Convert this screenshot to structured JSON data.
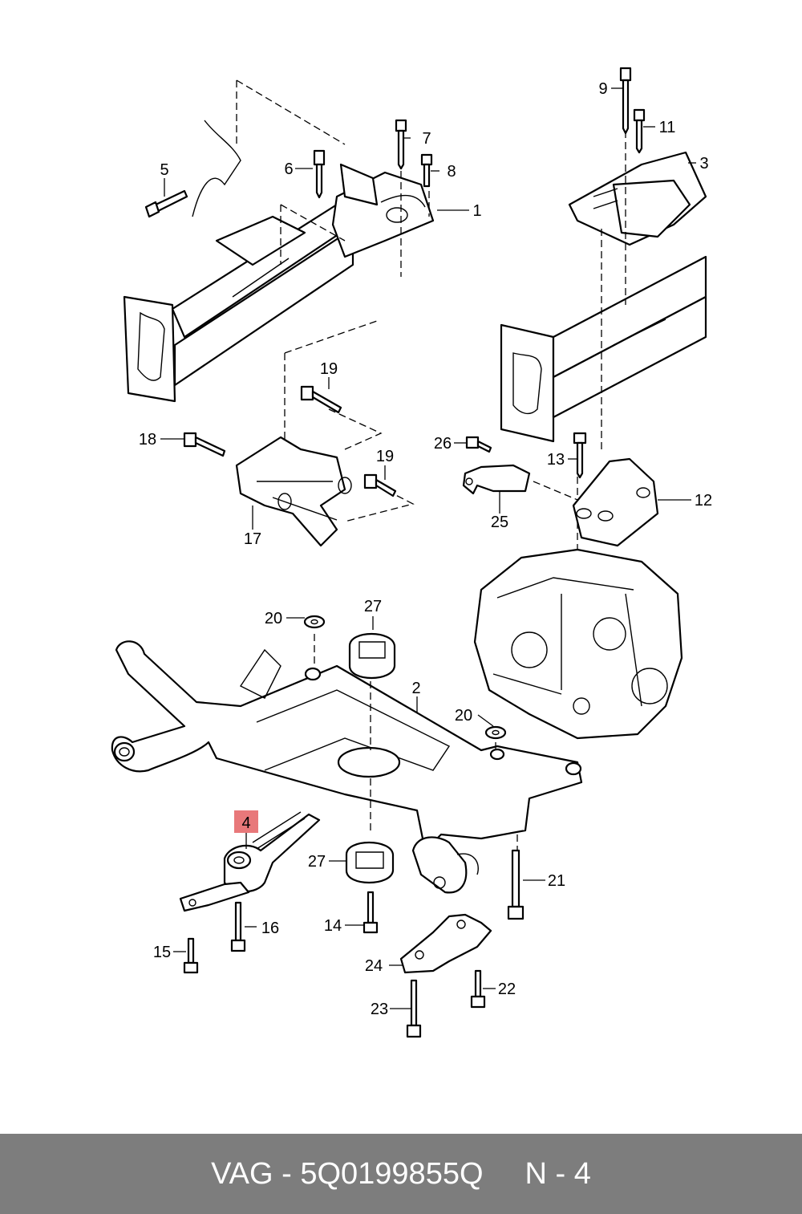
{
  "diagram": {
    "callouts": {
      "c1": "1",
      "c2": "2",
      "c3": "3",
      "c4": "4",
      "c5": "5",
      "c6": "6",
      "c7": "7",
      "c8": "8",
      "c9": "9",
      "c11": "11",
      "c12": "12",
      "c13": "13",
      "c14": "14",
      "c15": "15",
      "c16": "16",
      "c17": "17",
      "c18": "18",
      "c19a": "19",
      "c19b": "19",
      "c20a": "20",
      "c20b": "20",
      "c21": "21",
      "c22": "22",
      "c23": "23",
      "c24": "24",
      "c25": "25",
      "c26": "26",
      "c27a": "27",
      "c27b": "27"
    },
    "highlighted_callout": "4",
    "highlight_color": "#e8787a"
  },
  "footer": {
    "brand": "VAG",
    "separator": "-",
    "part_number": "5Q0199855Q",
    "position_text": "N - 4",
    "background_color": "#7d7d7d",
    "text_color": "#ffffff"
  }
}
